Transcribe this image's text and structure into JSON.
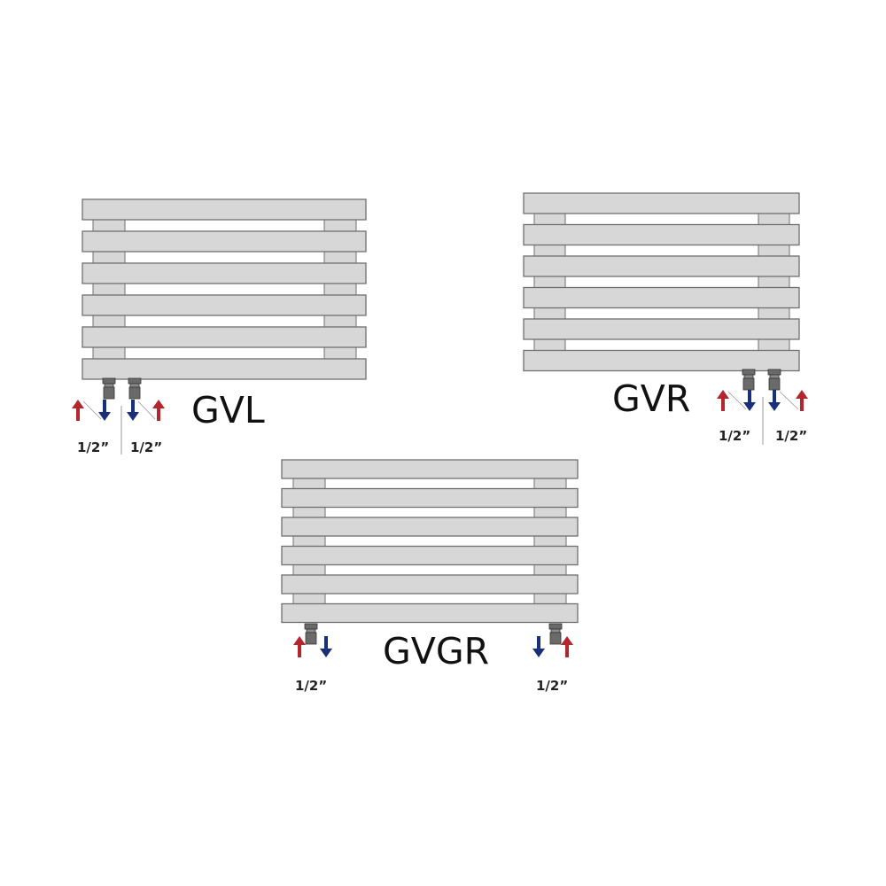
{
  "colors": {
    "background": "#ffffff",
    "bar_fill": "#d7d7d7",
    "bar_stroke": "#6f6f6f",
    "valve_fill": "#6a6a6a",
    "supply_arrow": "#b3262d",
    "return_arrow": "#1a2f7a"
  },
  "radiators": [
    {
      "label": "GVL",
      "connections": [
        {
          "arrows": [
            "supply",
            "return"
          ],
          "size": "1/2”"
        },
        {
          "arrows": [
            "return",
            "supply"
          ],
          "size": "1/2”"
        }
      ]
    },
    {
      "label": "GVR",
      "connections": [
        {
          "arrows": [
            "supply",
            "return"
          ],
          "size": "1/2”"
        },
        {
          "arrows": [
            "return",
            "supply"
          ],
          "size": "1/2”"
        }
      ]
    },
    {
      "label": "GVGR",
      "connections": [
        {
          "arrows": [
            "supply",
            "return"
          ],
          "size": "1/2”"
        },
        {
          "arrows": [
            "return",
            "supply"
          ],
          "size": "1/2”"
        }
      ]
    }
  ]
}
